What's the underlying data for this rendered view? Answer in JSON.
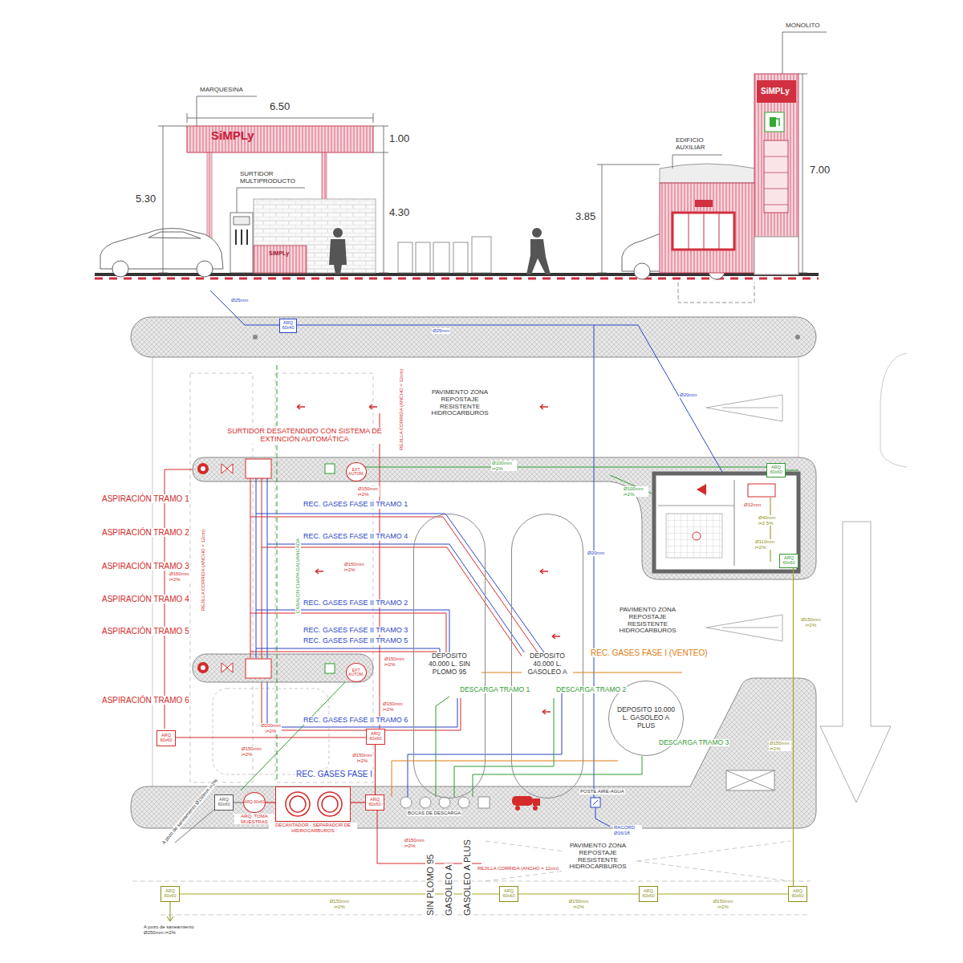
{
  "diagram": {
    "nodes": [
      {
        "text": [
          "ARQ 60x40"
        ]
      },
      {
        "text": [
          "EXT. AUTOM."
        ]
      },
      {
        "text": [
          "ARQ 60x60"
        ]
      },
      {
        "text": [
          "ARQ 60x60"
        ]
      },
      {
        "text": [
          "DEPOSITO 40.000 L. SIN PLOMO 95"
        ]
      },
      {
        "text": [
          "DEPOSITO 40.000 L. GASOLEO A"
        ]
      },
      {
        "text": [
          "EXT. AUTOM."
        ]
      },
      {
        "text": [
          "DEPOSITO 10.000 L. GASOLEO A PLUS"
        ]
      },
      {
        "text": [
          "ARQ 60x60"
        ]
      },
      {
        "text": [
          "ARQ 60x60"
        ]
      },
      {
        "text": [
          "ARQ 60x60"
        ]
      },
      {
        "text": [
          "ARQ 60x60",
          "ARQ. TOMA MUESTRAS"
        ]
      },
      {
        "text": [
          "DECANTADOR - SEPARADOR DE HIDROCARBUROS"
        ]
      },
      {
        "text": [
          "ARQ 60x60"
        ]
      },
      {
        "text": [
          "ARQ 60x60"
        ]
      },
      {
        "text": [
          "ARQ 60x60"
        ]
      },
      {
        "text": [
          "ARQ 60x60"
        ]
      },
      {
        "text": [
          "ARQ 60x60"
        ]
      }
    ],
    "edges": [
      {
        "from": 8,
        "to": 9,
        "label": "Ø200mm i=2%",
        "arrow": "none"
      },
      {
        "from": 9,
        "to": 13,
        "label": "Ø150mm i=2%",
        "arrow": "none"
      },
      {
        "from": 13,
        "to": 12,
        "arrow": "none"
      },
      {
        "from": 12,
        "to": 11,
        "arrow": "none"
      },
      {
        "from": 11,
        "to": 10,
        "arrow": "none"
      },
      {
        "from": 14,
        "to": 15,
        "label": "Ø150mm i=2%",
        "arrow": "none"
      },
      {
        "from": 15,
        "to": 16,
        "label": "Ø150mm i=2%",
        "arrow": "none"
      },
      {
        "from": 16,
        "to": 17,
        "label": "Ø150mm i=2%",
        "arrow": "none"
      },
      {
        "from": 3,
        "to": 17,
        "label": "Ø150mm i=2%",
        "arrow": "none"
      }
    ],
    "labels": [
      "MARQUESINA",
      "SiMPLy",
      "6.50",
      "1.00",
      "5.30",
      "SURTIDOR MULTIPRODUCTO",
      "SiMPLy",
      "4.30",
      "MONOLITO",
      "SiMPLy",
      "EDIFICIO AUXILIAR",
      "7.00",
      "3.85",
      "Ø25mm",
      "Ø25mm",
      "PAVIMENTO ZONA REPOSTAJE RESISTENTE HIDROCARBUROS",
      "Ø20mm",
      "REJILLA CORRIDA (ANCHO = 12cm)",
      "SURTIDOR DESATENDIDO CON SISTEMA DE EXTINCIÓN AUTOMÁTICA",
      "ASPIRACIÓN TRAMO 1",
      "ASPIRACIÓN TRAMO 2",
      "ASPIRACIÓN TRAMO 3",
      "ASPIRACIÓN TRAMO 4",
      "ASPIRACIÓN TRAMO 5",
      "ASPIRACIÓN TRAMO 6",
      "REC. GASES FASE II TRAMO 1",
      "REC. GASES FASE II TRAMO 4",
      "REC. GASES FASE II TRAMO 2",
      "REC. GASES FASE II TRAMO 3",
      "REC. GASES FASE II TRAMO 5",
      "REC. GASES FASE II TRAMO 6",
      "REC. GASES FASE I",
      "REC. GASES FASE I (VENTEO)",
      "DESCARGA TRAMO 1",
      "DESCARGA TRAMO 2",
      "DESCARGA TRAMO 3",
      "PAVIMENTO ZONA REPOSTAJE RESISTENTE HIDROCARBUROS",
      "PAVIMENTO ZONA REPOSTAJE RESISTENTE HIDROCARBUROS",
      "BOCAS DE DESCARGA",
      "POSTE AIRE-AGUA",
      "RACORD Ø16/18",
      "SIN PLOMO 95",
      "GASOLEO A",
      "GASOLEO A PLUS",
      "REJILLA CORRIDA (ANCHO = 12cm)",
      "A pozo de saneamiento Ø250mm i=2%",
      "A pozo de saneamiento Ø150mm i=2%",
      "REJILLA CORRIDA (ANCHO = 12cm)",
      "CANALON CHAPA GALVANIZADA",
      "Ø150mm i=2%",
      "Ø150mm i=2%",
      "Ø150mm i=2%",
      "Ø150mm i=2%",
      "Ø150mm i=2%",
      "Ø150mm i=2%",
      "Ø150mm i=2%",
      "Ø100mm i=2%",
      "Ø100mm i=2%",
      "Ø20mm",
      "Ø150mm i=2%",
      "Ø40mm i=2.5%",
      "Ø110mm i=2%",
      "Ø12mm"
    ]
  }
}
